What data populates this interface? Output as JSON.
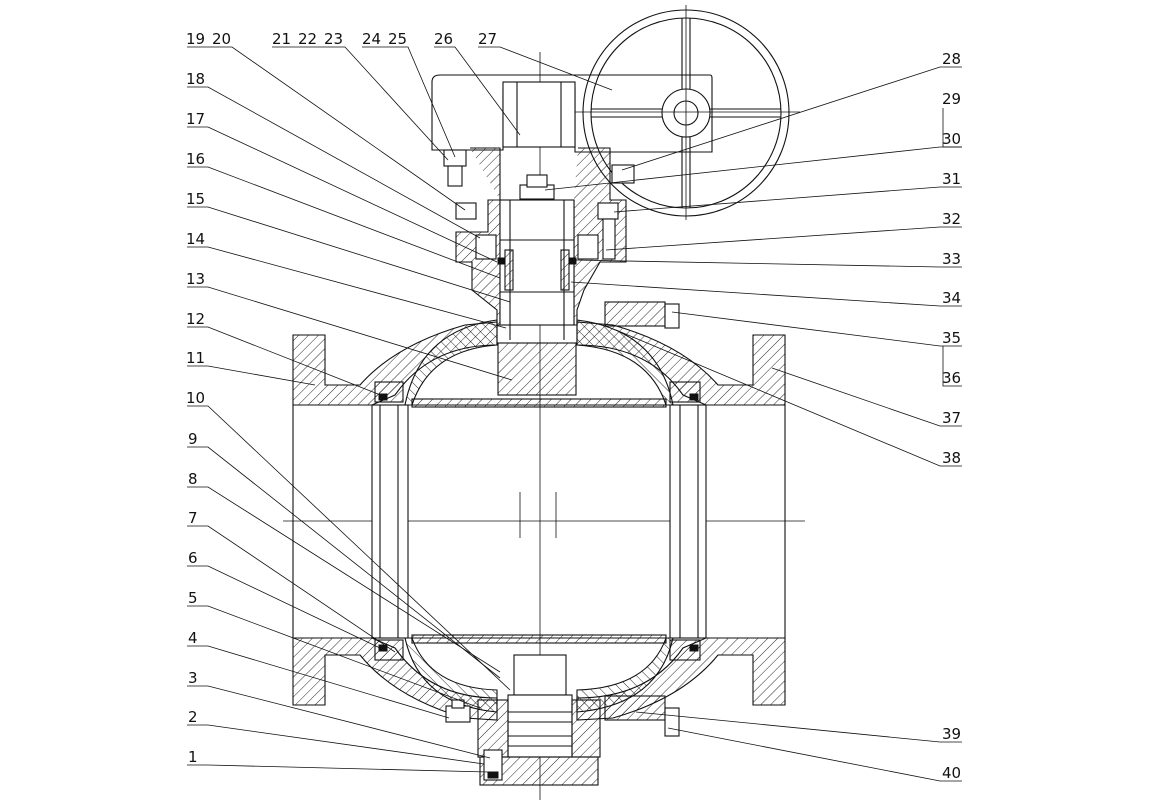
{
  "diagram": {
    "labels_left": [
      {
        "id": "1",
        "text": "1"
      },
      {
        "id": "2",
        "text": "2"
      },
      {
        "id": "3",
        "text": "3"
      },
      {
        "id": "4",
        "text": "4"
      },
      {
        "id": "5",
        "text": "5"
      },
      {
        "id": "6",
        "text": "6"
      },
      {
        "id": "7",
        "text": "7"
      },
      {
        "id": "8",
        "text": "8"
      },
      {
        "id": "9",
        "text": "9"
      },
      {
        "id": "10",
        "text": "10"
      },
      {
        "id": "11",
        "text": "11"
      },
      {
        "id": "12",
        "text": "12"
      },
      {
        "id": "13",
        "text": "13"
      },
      {
        "id": "14",
        "text": "14"
      },
      {
        "id": "15",
        "text": "15"
      },
      {
        "id": "16",
        "text": "16"
      },
      {
        "id": "17",
        "text": "17"
      },
      {
        "id": "18",
        "text": "18"
      }
    ],
    "labels_top": [
      {
        "id": "19",
        "text": "19"
      },
      {
        "id": "20",
        "text": "20"
      },
      {
        "id": "21",
        "text": "21"
      },
      {
        "id": "22",
        "text": "22"
      },
      {
        "id": "23",
        "text": "23"
      },
      {
        "id": "24",
        "text": "24"
      },
      {
        "id": "25",
        "text": "25"
      },
      {
        "id": "26",
        "text": "26"
      },
      {
        "id": "27",
        "text": "27"
      }
    ],
    "labels_right": [
      {
        "id": "28",
        "text": "28"
      },
      {
        "id": "29",
        "text": "29"
      },
      {
        "id": "30",
        "text": "30"
      },
      {
        "id": "31",
        "text": "31"
      },
      {
        "id": "32",
        "text": "32"
      },
      {
        "id": "33",
        "text": "33"
      },
      {
        "id": "34",
        "text": "34"
      },
      {
        "id": "35",
        "text": "35"
      },
      {
        "id": "36",
        "text": "36"
      },
      {
        "id": "37",
        "text": "37"
      },
      {
        "id": "38",
        "text": "38"
      },
      {
        "id": "39",
        "text": "39"
      },
      {
        "id": "40",
        "text": "40"
      }
    ]
  }
}
